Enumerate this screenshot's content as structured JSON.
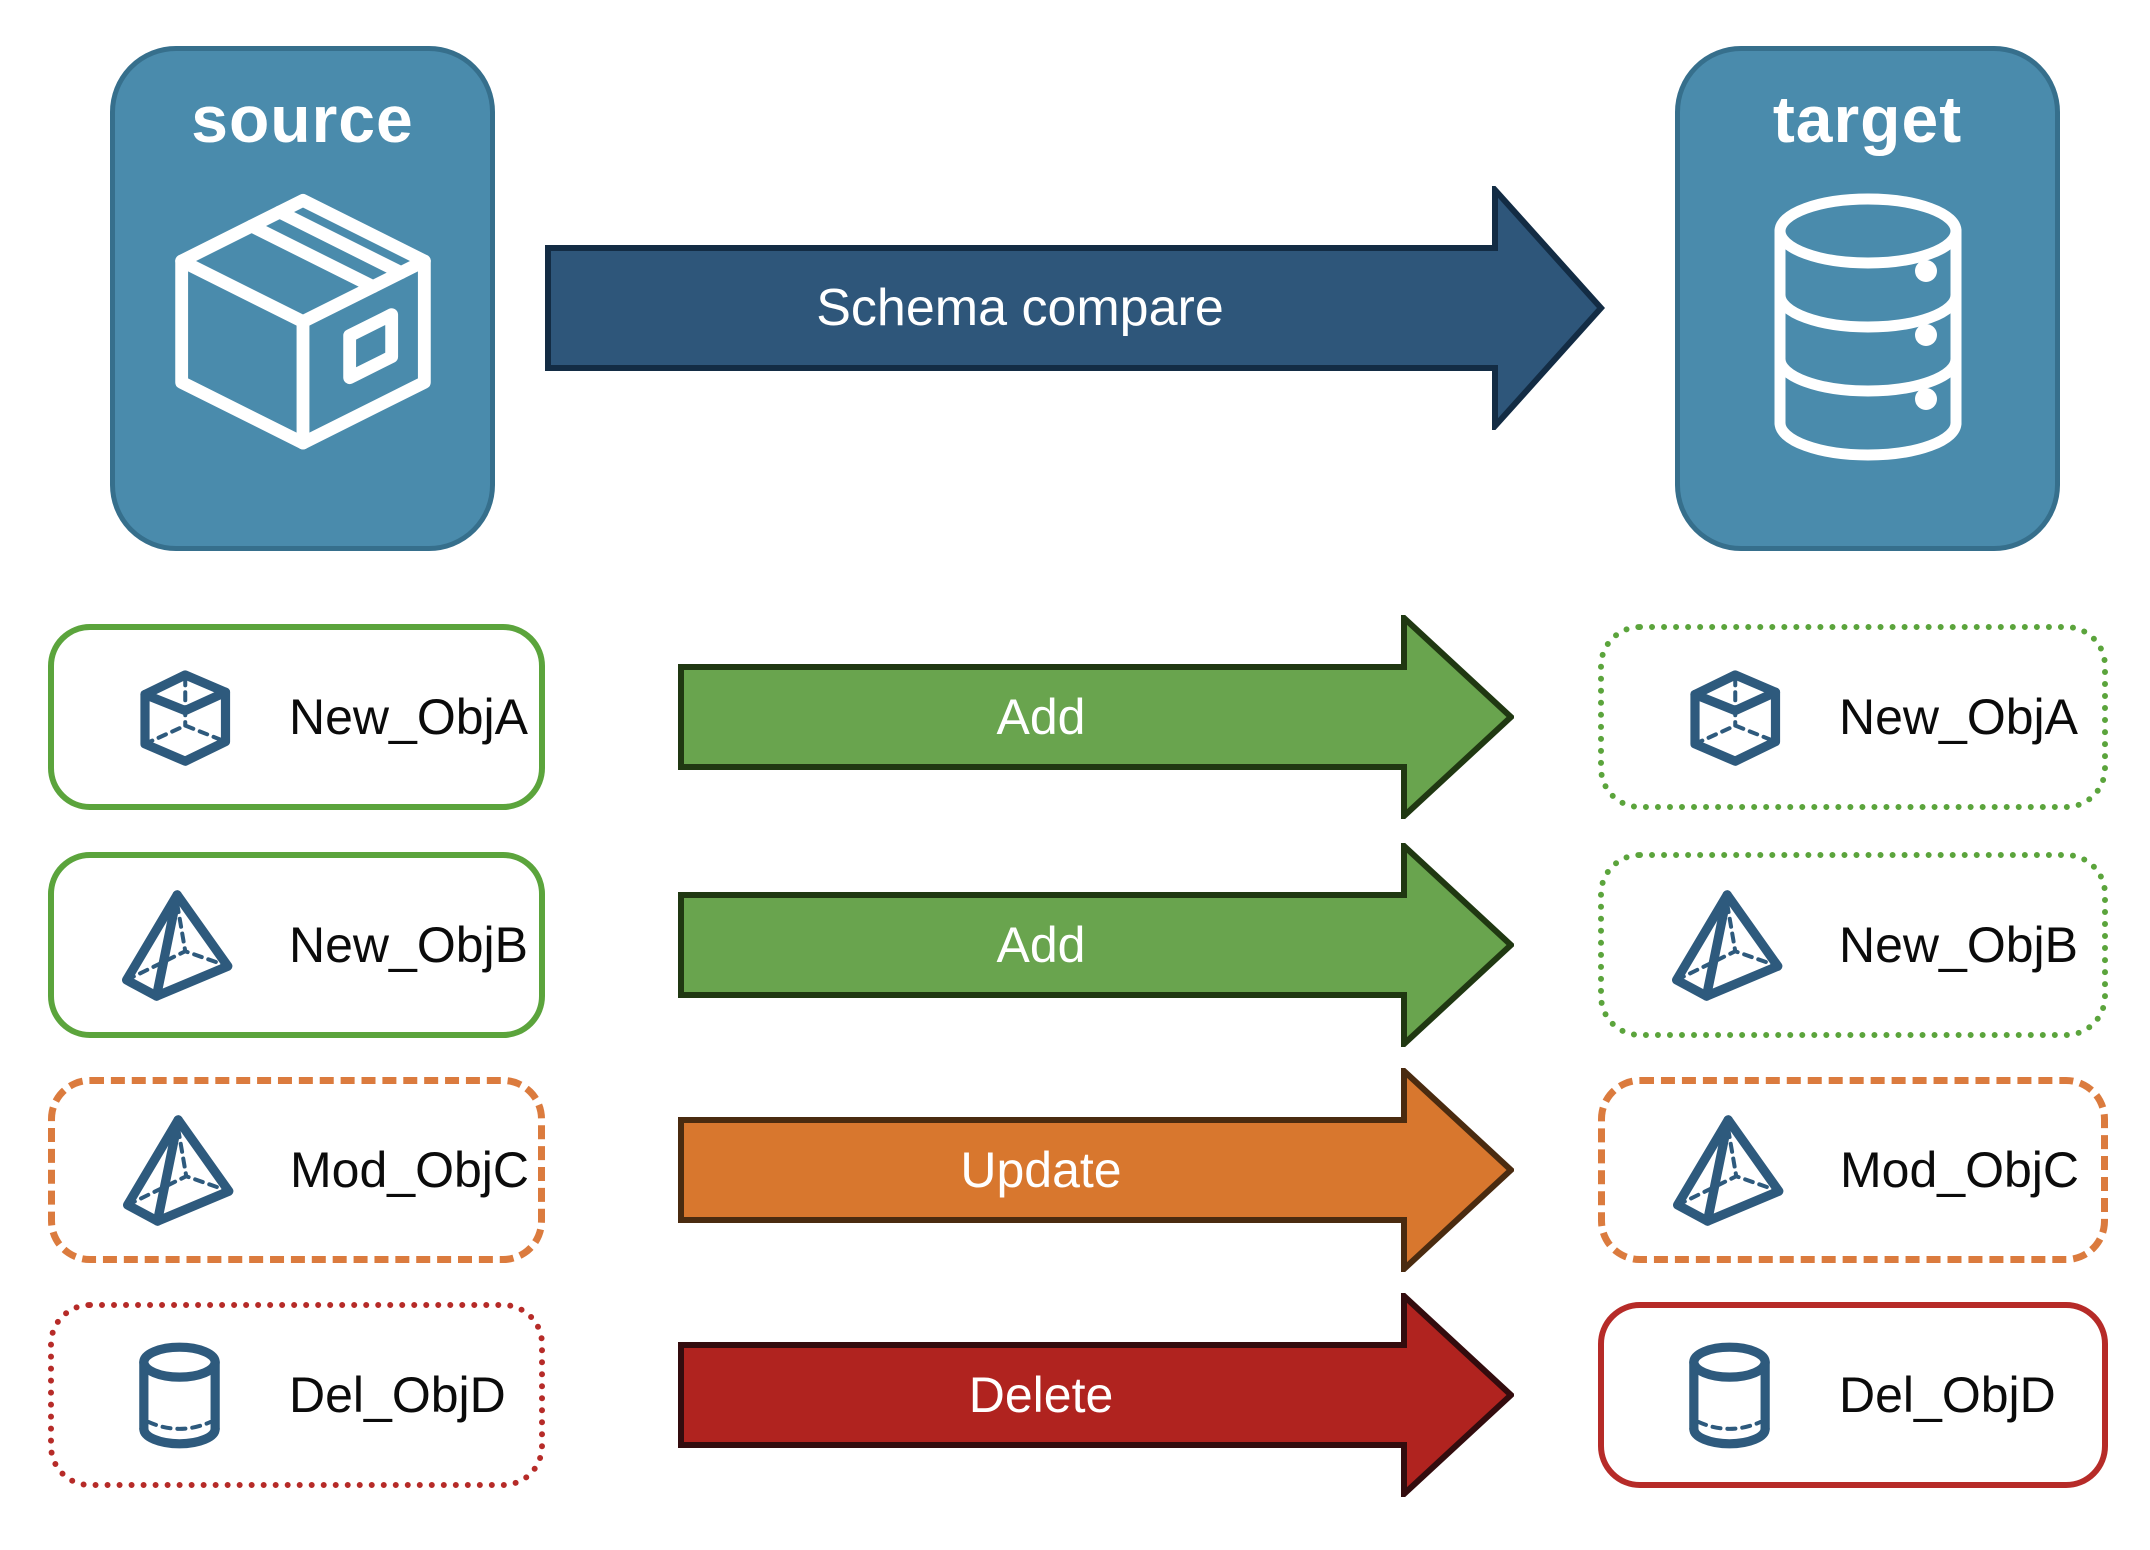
{
  "source": {
    "title": "source",
    "icon": "package-icon",
    "fill": "#4A8BAC",
    "border_color": "#366F8C"
  },
  "target": {
    "title": "target",
    "icon": "database-icon",
    "fill": "#4A8BAC",
    "border_color": "#366F8C"
  },
  "main_arrow": {
    "label": "Schema compare",
    "fill": "#2E567A",
    "border_color": "#132C44"
  },
  "icon_color": "#2E5A7D",
  "rows": [
    {
      "left": {
        "label": "New_ObjA",
        "icon": "cube-icon",
        "border_color": "#5BA43C",
        "border_style": "solid"
      },
      "arrow": {
        "label": "Add",
        "fill": "#69A44E",
        "border_color": "#203812"
      },
      "right": {
        "label": "New_ObjA",
        "icon": "cube-icon",
        "border_color": "#5BA43C",
        "border_style": "dotted"
      }
    },
    {
      "left": {
        "label": "New_ObjB",
        "icon": "pyramid-icon",
        "border_color": "#5BA43C",
        "border_style": "solid"
      },
      "arrow": {
        "label": "Add",
        "fill": "#69A44E",
        "border_color": "#203812"
      },
      "right": {
        "label": "New_ObjB",
        "icon": "pyramid-icon",
        "border_color": "#5BA43C",
        "border_style": "dotted"
      }
    },
    {
      "left": {
        "label": "Mod_ObjC",
        "icon": "pyramid-icon",
        "border_color": "#DB7B3E",
        "border_style": "dashed"
      },
      "arrow": {
        "label": "Update",
        "fill": "#D8772E",
        "border_color": "#4A2B10"
      },
      "right": {
        "label": "Mod_ObjC",
        "icon": "pyramid-icon",
        "border_color": "#DB7B3E",
        "border_style": "dashed"
      }
    },
    {
      "left": {
        "label": "Del_ObjD",
        "icon": "cylinder-icon",
        "border_color": "#B62B28",
        "border_style": "dotted"
      },
      "arrow": {
        "label": "Delete",
        "fill": "#B0231F",
        "border_color": "#330C0E"
      },
      "right": {
        "label": "Del_ObjD",
        "icon": "cylinder-icon",
        "border_color": "#B62B28",
        "border_style": "solid"
      }
    }
  ]
}
